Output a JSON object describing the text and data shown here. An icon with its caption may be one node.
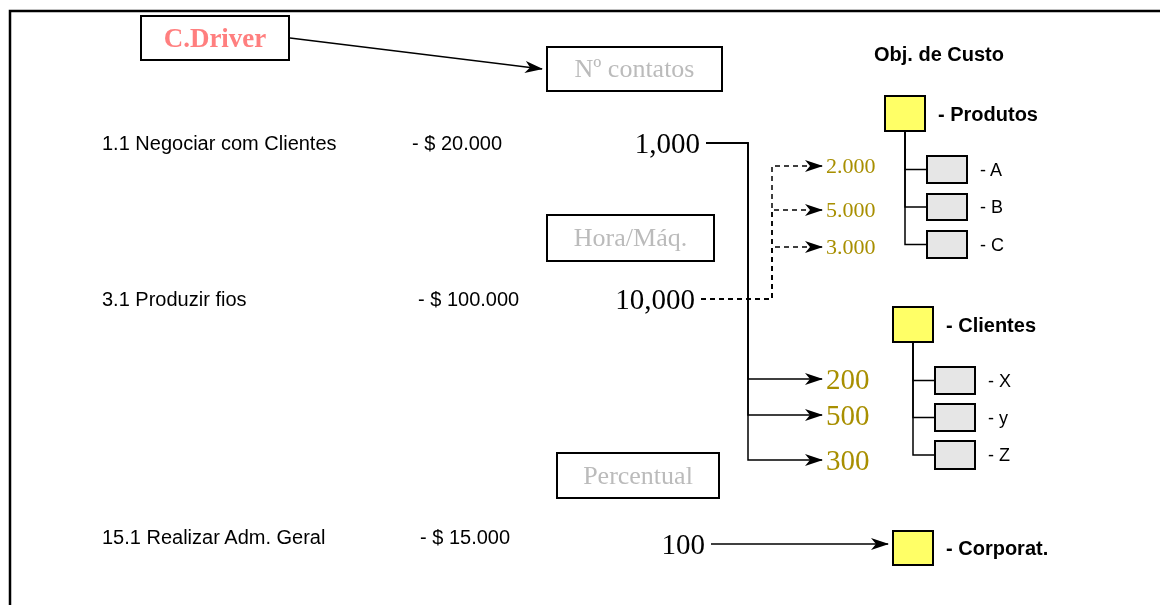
{
  "diagram": {
    "nodes": [
      {
        "text": [
          "C.Driver"
        ]
      },
      {
        "text": [
          "Nº contatos"
        ]
      },
      {
        "text": [
          "Hora/Máq."
        ]
      },
      {
        "text": [
          "Percentual"
        ]
      },
      {
        "text": [
          "1,000"
        ]
      },
      {
        "text": [
          "10,000"
        ]
      },
      {
        "text": [
          "100"
        ]
      },
      {
        "text": [
          "2.000"
        ]
      },
      {
        "text": [
          "5.000"
        ]
      },
      {
        "text": [
          "3.000"
        ]
      },
      {
        "text": [
          "200"
        ]
      },
      {
        "text": [
          "500"
        ]
      },
      {
        "text": [
          "300"
        ]
      },
      {
        "text": [],
        "shape": "box",
        "beside": [
          "- Produtos"
        ]
      },
      {
        "text": [],
        "shape": "box",
        "beside": [
          "- A"
        ]
      },
      {
        "text": [],
        "shape": "box",
        "beside": [
          "- B"
        ]
      },
      {
        "text": [],
        "shape": "box",
        "beside": [
          "- C"
        ]
      },
      {
        "text": [],
        "shape": "box",
        "beside": [
          "- Clientes"
        ]
      },
      {
        "text": [],
        "shape": "box",
        "beside": [
          "- X"
        ]
      },
      {
        "text": [],
        "shape": "box",
        "beside": [
          "- y"
        ]
      },
      {
        "text": [],
        "shape": "box",
        "beside": [
          "- Z"
        ]
      },
      {
        "text": [],
        "shape": "box",
        "beside": [
          "- Corporat."
        ]
      }
    ],
    "edges": [
      {
        "from": 0,
        "to": 1,
        "arrow": "to"
      },
      {
        "from": 4,
        "to": 10,
        "arrow": "to"
      },
      {
        "from": 4,
        "to": 11,
        "arrow": "to"
      },
      {
        "from": 4,
        "to": 12,
        "arrow": "to"
      },
      {
        "from": 5,
        "to": 7,
        "arrow": "to",
        "style": "dashed"
      },
      {
        "from": 5,
        "to": 8,
        "arrow": "to",
        "style": "dashed"
      },
      {
        "from": 5,
        "to": 9,
        "arrow": "to",
        "style": "dashed"
      },
      {
        "from": 6,
        "to": 21,
        "arrow": "to"
      },
      {
        "from": 13,
        "to": 14,
        "arrow": "none"
      },
      {
        "from": 13,
        "to": 15,
        "arrow": "none"
      },
      {
        "from": 13,
        "to": 16,
        "arrow": "none"
      },
      {
        "from": 17,
        "to": 18,
        "arrow": "none"
      },
      {
        "from": 17,
        "to": 19,
        "arrow": "none"
      },
      {
        "from": 17,
        "to": 20,
        "arrow": "none"
      }
    ],
    "labels": [
      "Obj. de Custo",
      "1.1 Negociar com Clientes",
      "- $ 20.000",
      "3.1 Produzir fios",
      "- $ 100.000",
      "15.1 Realizar Adm. Geral",
      "- $ 15.000"
    ]
  }
}
